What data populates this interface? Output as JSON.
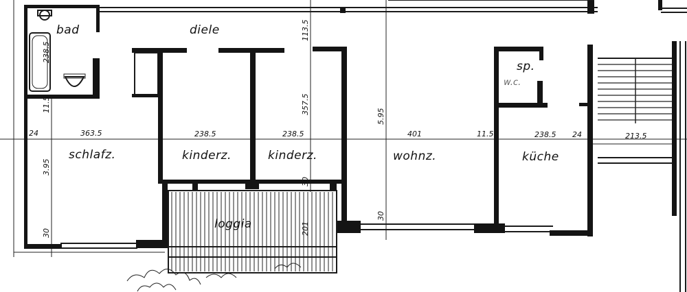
{
  "rooms": {
    "bad": "bad",
    "diele": "diele",
    "schlafz": "schlafz.",
    "kinderz_1": "kinderz.",
    "kinderz_2": "kinderz.",
    "wohnz": "wohnz.",
    "kueche": "küche",
    "sp": "sp.",
    "wc": "w.c.",
    "loggia": "loggia"
  },
  "dimensions": {
    "d_113_5": "113.5",
    "d_238_5_bath": "238.5",
    "d_11_5_left": "11.5",
    "d_357_5": "357.5",
    "d_5_95": "5.95",
    "d_24_left": "24",
    "d_363_5": "363.5",
    "d_238_5_a": "238.5",
    "d_238_5_b": "238.5",
    "d_401": "401",
    "d_11_5_mid": "11.5",
    "d_238_5_c": "238.5",
    "d_24_right": "24",
    "d_213_5": "213.5",
    "d_3_95": "3.95",
    "d_30_left": "30",
    "d_30_mid": "30",
    "d_30_wohn": "30",
    "d_201": "201"
  }
}
